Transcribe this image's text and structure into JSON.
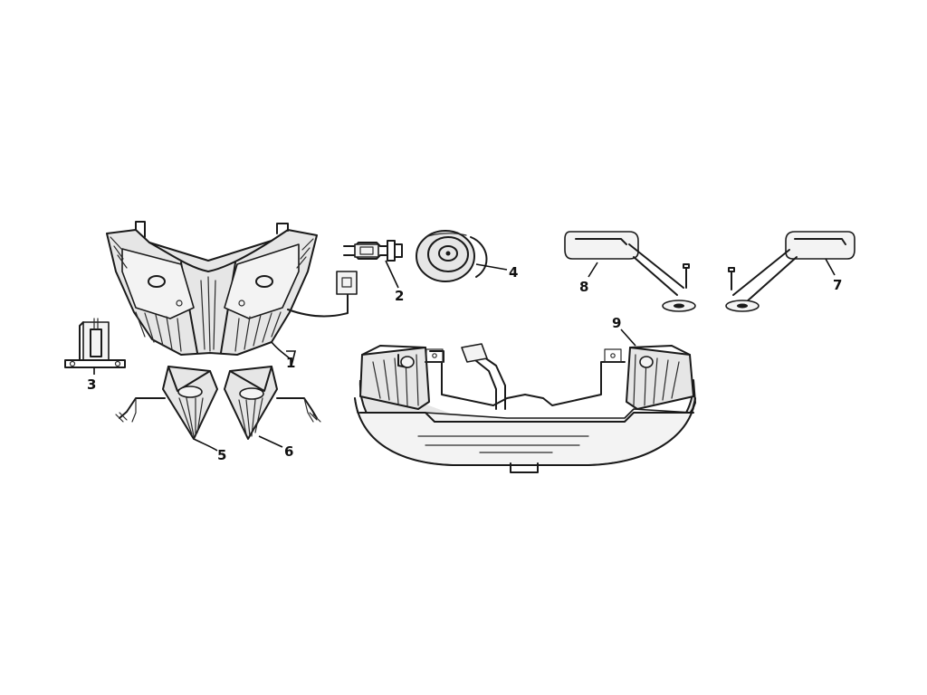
{
  "diagram": {
    "style": "exploded-parts line drawing",
    "ink_color": "#1a1a1a",
    "background_color": "#ffffff",
    "parts": [
      {
        "id": "headlight-assembly",
        "icon": "headlight-icon",
        "callout": "1"
      },
      {
        "id": "headlight-bulb",
        "icon": "bulb-icon",
        "callout": "2"
      },
      {
        "id": "license-bracket",
        "icon": "bracket-icon",
        "callout": "3"
      },
      {
        "id": "horn",
        "icon": "horn-icon",
        "callout": "4"
      },
      {
        "id": "front-left-turn-signal",
        "icon": "turn-signal-icon",
        "callout": "5"
      },
      {
        "id": "front-right-turn-signal",
        "icon": "turn-signal-icon",
        "callout": "6"
      },
      {
        "id": "left-mirror",
        "icon": "mirror-icon",
        "callout": "7"
      },
      {
        "id": "right-mirror",
        "icon": "mirror-icon",
        "callout": "8"
      },
      {
        "id": "tail-light-assembly",
        "icon": "tail-light-icon",
        "callout": "9"
      }
    ]
  }
}
